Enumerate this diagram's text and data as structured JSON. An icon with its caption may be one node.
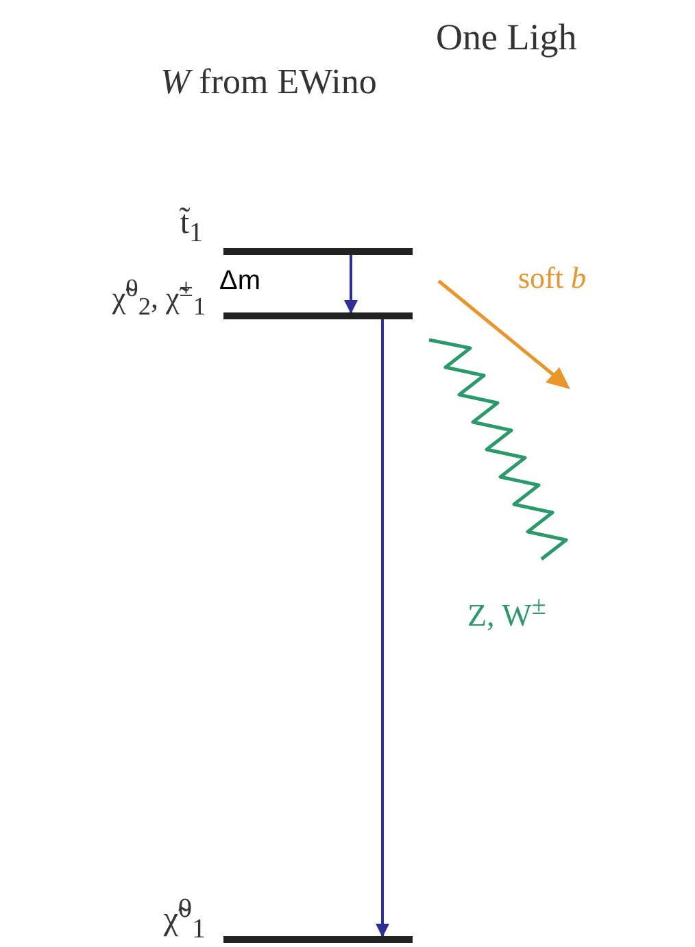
{
  "diagram": {
    "nodes": [
      {
        "text": [],
        "shape": "bar",
        "beside": [
          "t̃$_{1}$"
        ]
      },
      {
        "text": [],
        "shape": "bar",
        "beside": [
          "χ̃$^{0}$$_{2}$, χ̃$^{±}$$_{1}$"
        ]
      },
      {
        "text": [],
        "shape": "bar",
        "beside": [
          "χ̃$^{0}$$_{1}$"
        ]
      }
    ],
    "edges": [
      {
        "from": 0,
        "to": 1,
        "arrow": "to",
        "label": "Δm",
        "color": "#2b2f96"
      },
      {
        "from": 1,
        "to": 2,
        "arrow": "to",
        "color": "#2b2f96"
      }
    ],
    "labels": [
      "One Ligh",
      "*W* from EWino",
      "soft *b*",
      "Z, W$^{±}$"
    ]
  }
}
